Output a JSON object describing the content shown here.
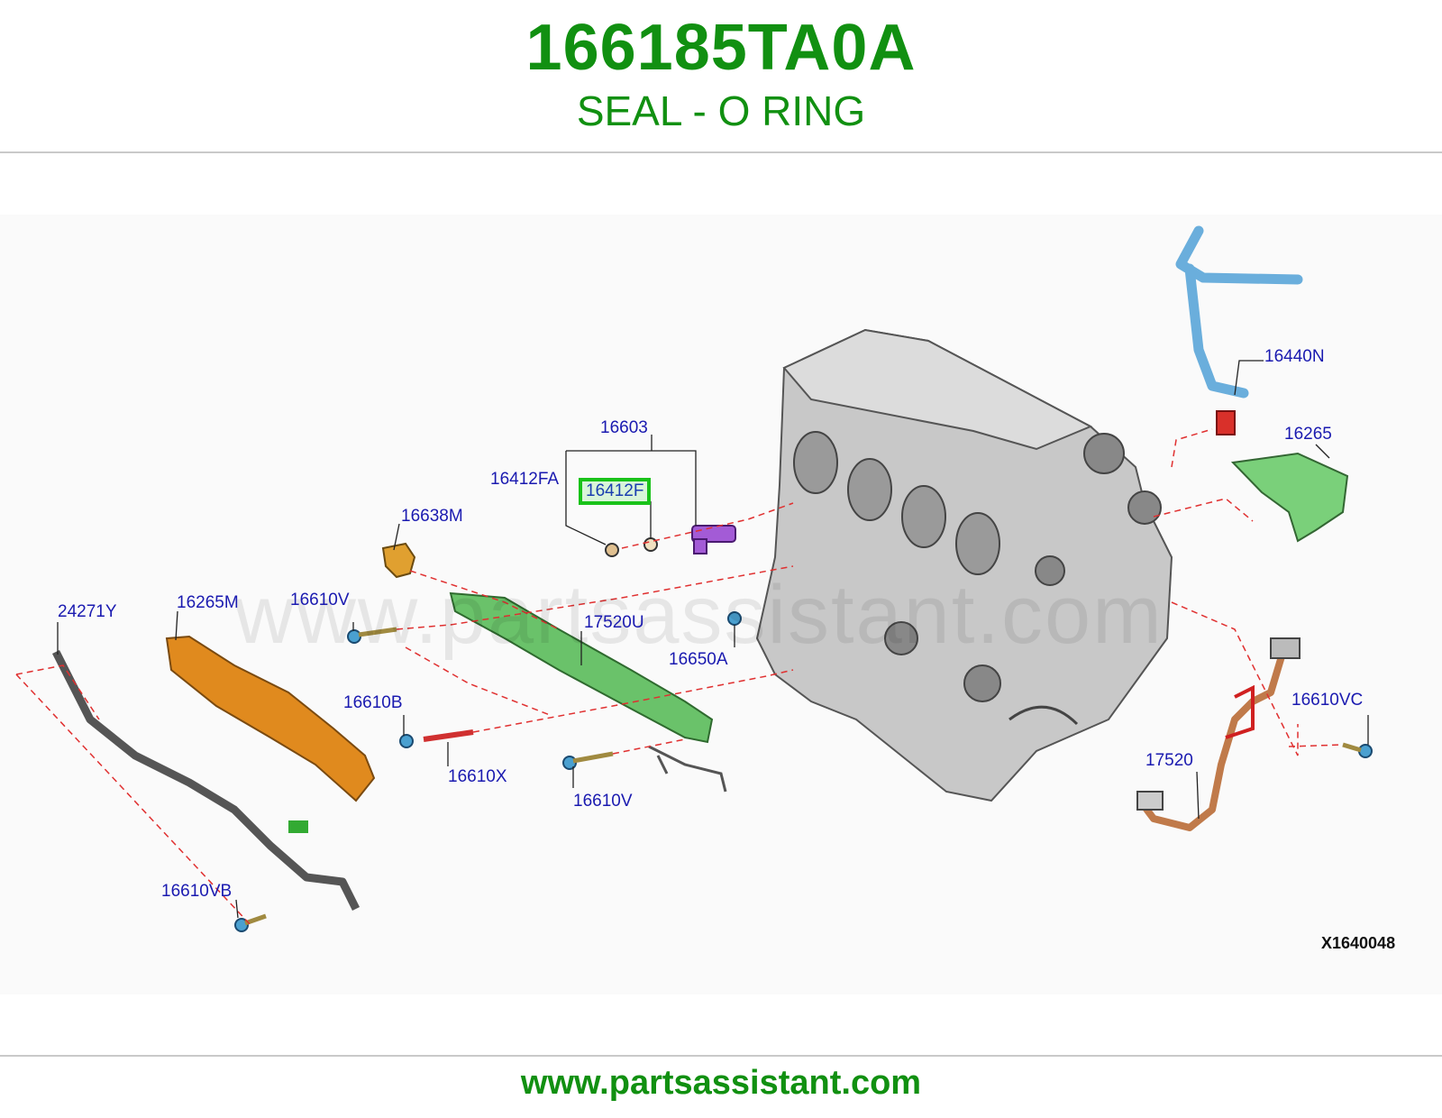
{
  "header": {
    "part_number": "166185TA0A",
    "part_name": "SEAL - O RING"
  },
  "diagram": {
    "watermark": "www.partsassistant.com",
    "reference_code": "X1640048",
    "callouts": [
      {
        "id": "c-16440N",
        "label": "16440N",
        "highlighted": false
      },
      {
        "id": "c-16265",
        "label": "16265",
        "highlighted": false
      },
      {
        "id": "c-16603",
        "label": "16603",
        "highlighted": false
      },
      {
        "id": "c-16412FA",
        "label": "16412FA",
        "highlighted": false
      },
      {
        "id": "c-16412F",
        "label": "16412F",
        "highlighted": true
      },
      {
        "id": "c-16638M",
        "label": "16638M",
        "highlighted": false
      },
      {
        "id": "c-24271Y",
        "label": "24271Y",
        "highlighted": false
      },
      {
        "id": "c-16265M",
        "label": "16265M",
        "highlighted": false
      },
      {
        "id": "c-16610V-top",
        "label": "16610V",
        "highlighted": false
      },
      {
        "id": "c-17520U",
        "label": "17520U",
        "highlighted": false
      },
      {
        "id": "c-16650A",
        "label": "16650A",
        "highlighted": false
      },
      {
        "id": "c-16610B",
        "label": "16610B",
        "highlighted": false
      },
      {
        "id": "c-16610X",
        "label": "16610X",
        "highlighted": false
      },
      {
        "id": "c-16610V-bottom",
        "label": "16610V",
        "highlighted": false
      },
      {
        "id": "c-16610VC",
        "label": "16610VC",
        "highlighted": false
      },
      {
        "id": "c-17520",
        "label": "17520",
        "highlighted": false
      },
      {
        "id": "c-16610VB",
        "label": "16610VB",
        "highlighted": false
      }
    ]
  },
  "footer": {
    "site": "www.partsassistant.com"
  },
  "colors": {
    "brand_green": "#119011",
    "callout_blue": "#1a1ab0",
    "highlight_border": "#19c219",
    "leader_dash": "#e03030"
  }
}
